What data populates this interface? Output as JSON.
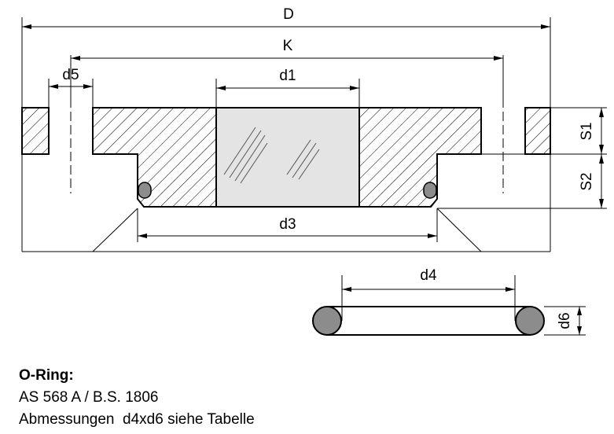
{
  "labels": {
    "D": "D",
    "K": "K",
    "d5": "d5",
    "d1": "d1",
    "d3": "d3",
    "S1": "S1",
    "S2": "S2",
    "d4": "d4",
    "d6": "d6"
  },
  "caption": {
    "title": "O-Ring:",
    "line1": "AS 568 A / B.S. 1806",
    "line2": "Abmessungen  d4xd6 siehe Tabelle"
  },
  "colors": {
    "line": "#000000",
    "bore": "#e4e4e4",
    "hatch": "#000000",
    "oring": "#8c8c8c"
  }
}
